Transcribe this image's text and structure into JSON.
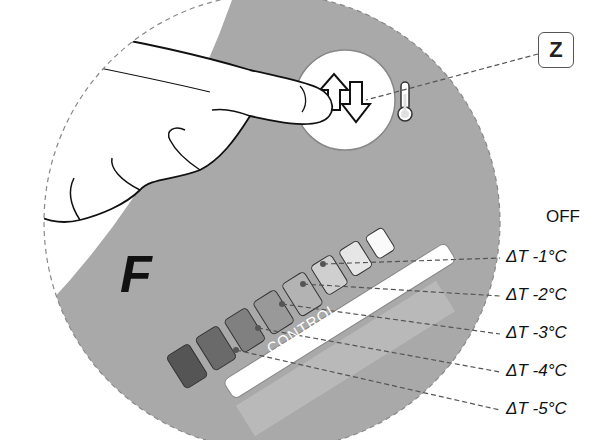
{
  "diagram": {
    "nodes": [
      {
        "text": [
          "Z"
        ]
      }
    ],
    "labels": [
      "F",
      "CONTROL",
      "OFF",
      "ΔT -1°C",
      "ΔT -2°C",
      "ΔT -3°C",
      "ΔT -4°C",
      "ΔT -5°C"
    ]
  }
}
